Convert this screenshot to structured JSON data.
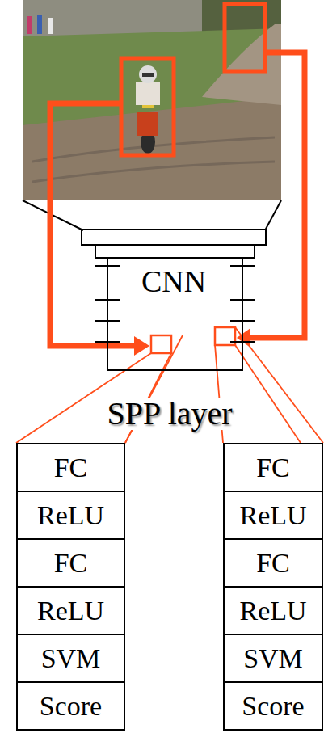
{
  "diagram": {
    "nodes": [
      {
        "text": [
          "CNN"
        ]
      },
      {
        "text": [
          "FC"
        ]
      },
      {
        "text": [
          "ReLU"
        ]
      },
      {
        "text": [
          "FC"
        ]
      },
      {
        "text": [
          "ReLU"
        ]
      },
      {
        "text": [
          "SVM"
        ]
      },
      {
        "text": [
          "Score"
        ]
      },
      {
        "text": [
          "FC"
        ]
      },
      {
        "text": [
          "ReLU"
        ]
      },
      {
        "text": [
          "FC"
        ]
      },
      {
        "text": [
          "ReLU"
        ]
      },
      {
        "text": [
          "SVM"
        ]
      },
      {
        "text": [
          "Score"
        ]
      }
    ],
    "labels": [
      "SPP layer"
    ]
  }
}
